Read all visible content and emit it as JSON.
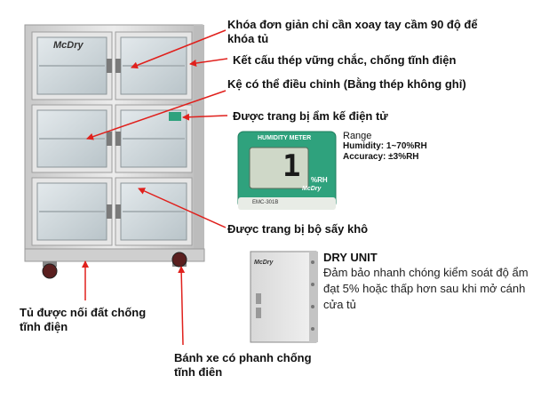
{
  "cabinet": {
    "brand_logo": "McDry",
    "meter_display_digit": "1",
    "meter_display_unit": "%RH",
    "meter_title": "HUMIDITY METER",
    "meter_model": "EMC-301B",
    "meter_logo": "McDry",
    "unit_logo": "McDry"
  },
  "callouts": {
    "lock": "Khóa đơn giản chỉ cần xoay tay cầm 90 độ để\nkhóa tủ",
    "steel": "Kết cấu thép vững chắc, chống tĩnh điện",
    "shelf": "Kệ có thể điều chỉnh (Bằng thép không ghỉ)",
    "hygrometer": "Được trang bị ẩm kế điện tử",
    "dryer": "Được trang bị bộ sấy khô",
    "grounded": "Tủ được nối đất chống\ntĩnh điện",
    "wheels": "Bánh xe có phanh chống\ntĩnh điên"
  },
  "meter_spec": {
    "range_label": "Range",
    "humidity": "Humidity: 1~70%RH",
    "accuracy": "Accuracy: ±3%RH"
  },
  "dry_unit": {
    "title": "DRY UNIT",
    "description": "Đảm bảo nhanh chóng kiểm soát độ ẩm đạt 5% hoặc thấp hơn sau khi mở cánh cửa tủ"
  },
  "colors": {
    "arrow": "#e0201c",
    "cabinet_frame": "#dcdcdc",
    "glass": "#c9d2d6",
    "meter_green": "#2fa27d",
    "lcd": "#cfd8c8"
  }
}
